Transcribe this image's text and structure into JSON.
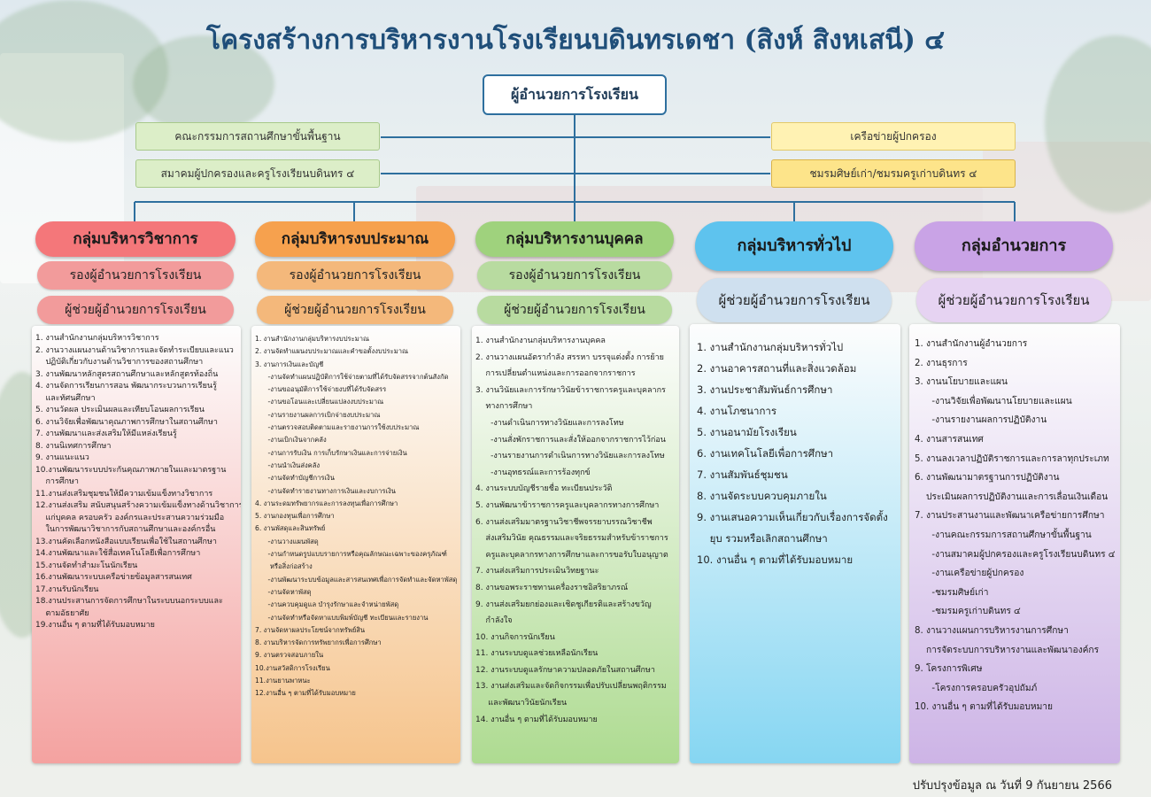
{
  "title": "โครงสร้างการบริหารงานโรงเรียนบดินทรเดชา (สิงห์ สิงหเสนี) ๔",
  "director": "ผู้อำนวยการโรงเรียน",
  "left_boxes": [
    "คณะกรรมการสถานศึกษาขั้นพื้นฐาน",
    "สมาคมผู้ปกครองและครูโรงเรียนบดินทร ๔"
  ],
  "right_boxes": [
    "เครือข่ายผู้ปกครอง",
    "ชมรมศิษย์เก่า/ชมรมครูเก่าบดินทร ๔"
  ],
  "groups": [
    {
      "title": "กลุ่มบริหารวิชาการ",
      "deputy": "รองผู้อำนวยการโรงเรียน",
      "assistant": "ผู้ช่วยผู้อำนวยการโรงเรียน",
      "color_header": "#f4777a",
      "color_sub": "#f29b9b",
      "color_body_top": "#fdfdfd",
      "color_body_bottom": "#f4a2a0",
      "items": [
        "1. งานสำนักงานกลุ่มบริหารวิชาการ",
        "2. งานวางแผนงานด้านวิชาการและจัดทำระเบียบและแนว",
        "    ปฏิบัติเกี่ยวกับงานด้านวิชาการของสถานศึกษา",
        "3. งานพัฒนาหลักสูตรสถานศึกษาและหลักสูตรท้องถิ่น",
        "4. งานจัดการเรียนการสอน พัฒนากระบวนการเรียนรู้",
        "    และทัศนศึกษา",
        "5. งานวัดผล ประเมินผลและเทียบโอนผลการเรียน",
        "6. งานวิจัยเพื่อพัฒนาคุณภาพการศึกษาในสถานศึกษา",
        "7. งานพัฒนาและส่งเสริมให้มีแหล่งเรียนรู้",
        "8. งานนิเทศการศึกษา",
        "9. งานแนะแนว",
        "10.งานพัฒนาระบบประกันคุณภาพภายในและมาตรฐาน",
        "    การศึกษา",
        "11.งานส่งเสริมชุมชนให้มีความเข้มแข็งทางวิชาการ",
        "12.งานส่งเสริม สนับสนุนสร้างความเข้มแข็งทางด้านวิชาการ",
        "    แก่บุคคล ครอบครัว องค์กรและประสานความร่วมมือ",
        "    ในการพัฒนาวิชาการกับสถานศึกษาและองค์กรอื่น",
        "13.งานคัดเลือกหนังสือแบบเรียนเพื่อใช้ในสถานศึกษา",
        "14.งานพัฒนาและใช้สื่อเทคโนโลยีเพื่อการศึกษา",
        "15.งานจัดทำสำมะโนนักเรียน",
        "16.งานพัฒนาระบบเครือข่ายข้อมูลสารสนเทศ",
        "17.งานรับนักเรียน",
        "18.งานประสานการจัดการศึกษาในระบบนอกระบบและ",
        "    ตามอัธยาศัย",
        "19.งานอื่น ๆ ตามที่ได้รับมอบหมาย"
      ]
    },
    {
      "title": "กลุ่มบริหารงบประมาณ",
      "deputy": "รองผู้อำนวยการโรงเรียน",
      "assistant": "ผู้ช่วยผู้อำนวยการโรงเรียน",
      "color_header": "#f6a14e",
      "color_sub": "#f4b87b",
      "color_body_top": "#fdfdfd",
      "color_body_bottom": "#f6c48c",
      "items": [
        "1. งานสำนักงานกลุ่มบริหารงบประมาณ",
        "2. งานจัดทำแผนงบประมาณและคำขอตั้งงบประมาณ",
        "3. งานการเงินและบัญชี",
        "      -งานจัดทำแผนปฏิบัติการใช้จ่ายตามที่ได้รับจัดสรรจากต้นสังกัด",
        "      -งานขออนุมัติการใช้จ่ายงบที่ได้รับจัดสรร",
        "      -งานขอโอนและเปลี่ยนแปลงงบประมาณ",
        "      -งานรายงานผลการเบิกจ่ายงบประมาณ",
        "      -งานตรวจสอบติดตามและรายงานการใช้งบประมาณ",
        "      -งานเบิกเงินจากคลัง",
        "      -งานการรับเงิน การเก็บรักษาเงินและการจ่ายเงิน",
        "      -งานนำเงินส่งคลัง",
        "      -งานจัดทำบัญชีการเงิน",
        "      -งานจัดทำรายงานทางการเงินและงบการเงิน",
        "4. งานระดมทรัพยากรและการลงทุนเพื่อการศึกษา",
        "5. งานกองทุนเพื่อการศึกษา",
        "6. งานพัสดุและสินทรัพย์",
        "      -งานวางแผนพัสดุ",
        "      -งานกำหนดรูปแบบรายการหรือคุณลักษณะเฉพาะของครุภัณฑ์",
        "       หรือสิ่งก่อสร้าง",
        "      -งานพัฒนาระบบข้อมูลและสารสนเทศเพื่อการจัดทำและจัดหาพัสดุ",
        "      -งานจัดหาพัสดุ",
        "      -งานควบคุมดูแล บำรุงรักษาและจำหน่ายพัสดุ",
        "      -งานจัดทำหรือจัดหาแบบพิมพ์บัญชี ทะเบียนและรายงาน",
        "7. งานจัดหาผลประโยชน์จากทรัพย์สิน",
        "8. งานบริหารจัดการทรัพยากรเพื่อการศึกษา",
        "9. งานตรวจสอบภายใน",
        "10.งานสวัสดิการโรงเรียน",
        "11.งานยานพาหนะ",
        "12.งานอื่น ๆ ตามที่ได้รับมอบหมาย"
      ]
    },
    {
      "title": "กลุ่มบริหารงานบุคคล",
      "deputy": "รองผู้อำนวยการโรงเรียน",
      "assistant": "ผู้ช่วยผู้อำนวยการโรงเรียน",
      "color_header": "#9fd27d",
      "color_sub": "#b8dba0",
      "color_body_top": "#fdfdfd",
      "color_body_bottom": "#aedb91",
      "items": [
        "1. งานสำนักงานกลุ่มบริหารงานบุคคล",
        "2. งานวางแผนอัตรากำลัง สรรหา บรรจุแต่งตั้ง การย้าย",
        "    การเปลี่ยนตำแหน่งและการออกจากราชการ",
        "3. งานวินัยและการรักษาวินัยข้าราชการครูและบุคลากร",
        "    ทางการศึกษา",
        "      -งานดำเนินการทางวินัยและการลงโทษ",
        "      -งานสั่งพักราชการและสั่งให้ออกจากราชการไว้ก่อน",
        "      -งานรายงานการดำเนินการทางวินัยและการลงโทษ",
        "      -งานอุทธรณ์และการร้องทุกข์",
        "4. งานระบบบัญชีรายชื่อ ทะเบียนประวัติ",
        "5. งานพัฒนาข้าราชการครูและบุคลากรทางการศึกษา",
        "6. งานส่งเสริมมาตรฐานวิชาชีพจรรยาบรรณวิชาชีพ",
        "    ส่งเสริมวินัย คุณธรรมและจริยธรรมสำหรับข้าราชการ",
        "    ครูและบุคลากรทางการศึกษาและการขอรับใบอนุญาต",
        "7. งานส่งเสริมการประเมินวิทยฐานะ",
        "8. งานขอพระราชทานเครื่องราชอิสริยาภรณ์",
        "9. งานส่งเสริมยกย่องและเชิดชูเกียรติและสร้างขวัญ",
        "    กำลังใจ",
        "10. งานกิจการนักเรียน",
        "11. งานระบบดูแลช่วยเหลือนักเรียน",
        "12. งานระบบดูแลรักษาความปลอดภัยในสถานศึกษา",
        "13. งานส่งเสริมและจัดกิจกรรมเพื่อปรับเปลี่ยนพฤติกรรม",
        "     และพัฒนาวินัยนักเรียน",
        "14. งานอื่น ๆ ตามที่ได้รับมอบหมาย"
      ]
    },
    {
      "title": "กลุ่มบริหารทั่วไป",
      "assistant": "ผู้ช่วยผู้อำนวยการโรงเรียน",
      "color_header": "#5ec3ee",
      "color_sub": "#cfe0ef",
      "color_body_top": "#fdfdfd",
      "color_body_bottom": "#86d6f2",
      "items": [
        "1. งานสำนักงานกลุ่มบริหารทั่วไป",
        "2. งานอาคารสถานที่และสิ่งแวดล้อม",
        "3. งานประชาสัมพันธ์การศึกษา",
        "4. งานโภชนาการ",
        "5. งานอนามัยโรงเรียน",
        "6. งานเทคโนโลยีเพื่อการศึกษา",
        "7. งานสัมพันธ์ชุมชน",
        "8. งานจัดระบบควบคุมภายใน",
        "9. งานเสนอความเห็นเกี่ยวกับเรื่องการจัดตั้ง",
        "    ยุบ รวมหรือเลิกสถานศึกษา",
        "10. งานอื่น ๆ ตามที่ได้รับมอบหมาย"
      ]
    },
    {
      "title": "กลุ่มอำนวยการ",
      "assistant": "ผู้ช่วยผู้อำนวยการโรงเรียน",
      "color_header": "#c9a3e6",
      "color_sub": "#e6d3f2",
      "color_body_top": "#fdfdfd",
      "color_body_bottom": "#cdb4e6",
      "items": [
        "1. งานสำนักงานผู้อำนวยการ",
        "2. งานธุรการ",
        "3. งานนโยบายและแผน",
        "      -งานวิจัยเพื่อพัฒนานโยบายและแผน",
        "      -งานรายงานผลการปฏิบัติงาน",
        "4. งานสารสนเทศ",
        "5. งานลงเวลาปฏิบัติราชการและการลาทุกประเภท",
        "6. งานพัฒนามาตรฐานการปฏิบัติงาน",
        "    ประเมินผลการปฏิบัติงานและการเลื่อนเงินเดือน",
        "7. งานประสานงานและพัฒนาเครือข่ายการศึกษา",
        "      -งานคณะกรรมการสถานศึกษาขั้นพื้นฐาน",
        "      -งานสมาคมผู้ปกครองและครูโรงเรียนบดินทร ๔",
        "      -งานเครือข่ายผู้ปกครอง",
        "      -ชมรมศิษย์เก่า",
        "      -ชมรมครูเก่าบดินทร ๔",
        "8. งานวางแผนการบริหารงานการศึกษา",
        "    การจัดระบบการบริหารงานและพัฒนาองค์กร",
        "9. โครงการพิเศษ",
        "      -โครงการครอบครัวอุปถัมภ์",
        "10. งานอื่น ๆ ตามที่ได้รับมอบหมาย"
      ]
    }
  ],
  "footer": "ปรับปรุงข้อมูล ณ วันที่ 9  กันยายน 2566"
}
